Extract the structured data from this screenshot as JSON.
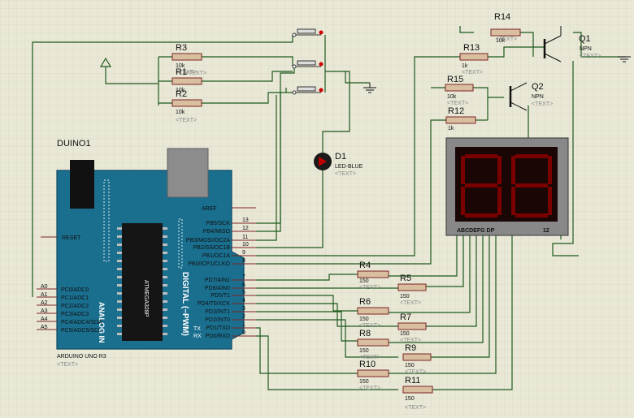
{
  "board": {
    "ref": "DUINO1",
    "name": "ARDUINO UNO R3",
    "placeholder": "<TEXT>",
    "aref": "AREF",
    "reset": "RESET",
    "analog_title": "ANALOG IN",
    "digital_title": "DIGITAL (~PWM)",
    "chip_label": "ATMEGA328P",
    "analog_pins": [
      {
        "num": "A0",
        "name": "PC0/ADC0"
      },
      {
        "num": "A1",
        "name": "PC1/ADC1"
      },
      {
        "num": "A2",
        "name": "PC2/ADC2"
      },
      {
        "num": "A3",
        "name": "PC3/ADC3"
      },
      {
        "num": "A4",
        "name": "PC4/ADC4/SDA"
      },
      {
        "num": "A5",
        "name": "PC5/ADC5/SCL"
      }
    ],
    "digital_pins": [
      {
        "num": "13",
        "name": "PB5/SCK"
      },
      {
        "num": "12",
        "name": "PB4/MISO"
      },
      {
        "num": "11",
        "name": "PB3/MOSI/OC2A"
      },
      {
        "num": "10",
        "name": "PB2/SS/OC1B"
      },
      {
        "num": "9",
        "name": "PB1/OC1A"
      },
      {
        "num": "8",
        "name": "PB0/ICP1/CLKO"
      },
      {
        "num": "7",
        "name": "PD7/AIN1"
      },
      {
        "num": "6",
        "name": "PD6/AIN0"
      },
      {
        "num": "5",
        "name": "PD5/T1"
      },
      {
        "num": "4",
        "name": "PD4/T0/XCK"
      },
      {
        "num": "3",
        "name": "PD3/INT1"
      },
      {
        "num": "2",
        "name": "PD2/INT0"
      },
      {
        "num": "1",
        "name": "PD1/TXD"
      },
      {
        "num": "0",
        "name": "PD0/RXD"
      }
    ],
    "tx": "TX",
    "rx": "RX"
  },
  "resistors": [
    {
      "ref": "R3",
      "value": "10k"
    },
    {
      "ref": "R1",
      "value": "10k"
    },
    {
      "ref": "R2",
      "value": "10k"
    },
    {
      "ref": "R14",
      "value": "10k"
    },
    {
      "ref": "R13",
      "value": "1k"
    },
    {
      "ref": "R15",
      "value": "10k"
    },
    {
      "ref": "R12",
      "value": "1k"
    },
    {
      "ref": "R4",
      "value": "150"
    },
    {
      "ref": "R5",
      "value": "150"
    },
    {
      "ref": "R6",
      "value": "150"
    },
    {
      "ref": "R7",
      "value": "150"
    },
    {
      "ref": "R8",
      "value": "150"
    },
    {
      "ref": "R9",
      "value": "150"
    },
    {
      "ref": "R10",
      "value": "150"
    },
    {
      "ref": "R11",
      "value": "150"
    }
  ],
  "transistors": [
    {
      "ref": "Q1",
      "type": "NPN"
    },
    {
      "ref": "Q2",
      "type": "NPN"
    }
  ],
  "led": {
    "ref": "D1",
    "type": "LED-BLUE"
  },
  "display": {
    "digits": "88",
    "segments_label": "ABCDEFG  DP",
    "digit_label": "12"
  },
  "placeholder": "<TEXT>",
  "colors": {
    "wire": "#1c5a1c",
    "board": "#1a6f8f",
    "display_segment": "#7a0000",
    "background": "#e9e7d6"
  }
}
